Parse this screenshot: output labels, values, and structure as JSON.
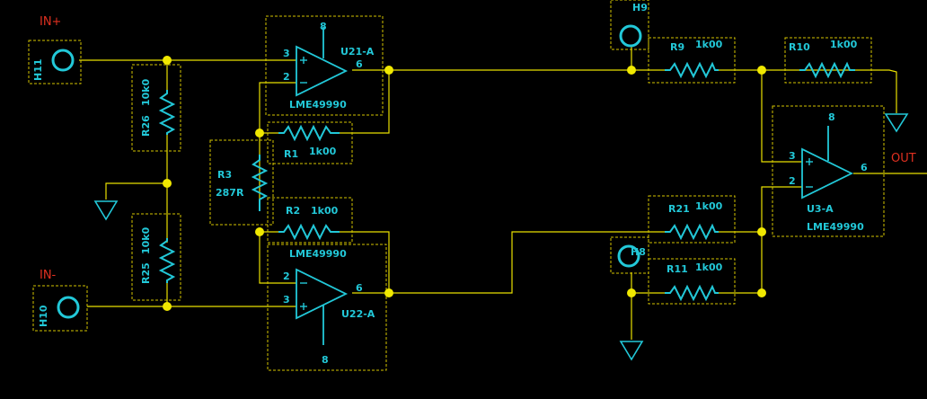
{
  "colors": {
    "background": "#000000",
    "wire": "#e8e000",
    "node": "#f0e800",
    "component": "#22c8d8",
    "frame": "#d4c400",
    "net_label": "#e03020"
  },
  "net_labels": {
    "in_plus": "IN+",
    "in_minus": "IN-",
    "out": "OUT"
  },
  "connectors": {
    "h11": "H11",
    "h10": "H10",
    "h9": "H9",
    "h8": "H8"
  },
  "resistors": {
    "r26": {
      "ref": "R26",
      "value": "10k0"
    },
    "r25": {
      "ref": "R25",
      "value": "10k0"
    },
    "r3": {
      "ref": "R3",
      "value": "287R"
    },
    "r1": {
      "ref": "R1",
      "value": "1k00"
    },
    "r2": {
      "ref": "R2",
      "value": "1k00"
    },
    "r9": {
      "ref": "R9",
      "value": "1k00"
    },
    "r10": {
      "ref": "R10",
      "value": "1k00"
    },
    "r21": {
      "ref": "R21",
      "value": "1k00"
    },
    "r11": {
      "ref": "R11",
      "value": "1k00"
    }
  },
  "opamps": {
    "u21": {
      "ref": "U21-A",
      "part": "LME49990",
      "pin_in_plus": "3",
      "pin_in_minus": "2",
      "pin_out": "6",
      "pin_supply": "8"
    },
    "u22": {
      "ref": "U22-A",
      "part": "LME49990",
      "pin_in_plus": "3",
      "pin_in_minus": "2",
      "pin_out": "6",
      "pin_supply": "8"
    },
    "u3": {
      "ref": "U3-A",
      "part": "LME49990",
      "pin_in_plus": "3",
      "pin_in_minus": "2",
      "pin_out": "6",
      "pin_supply": "8"
    }
  }
}
